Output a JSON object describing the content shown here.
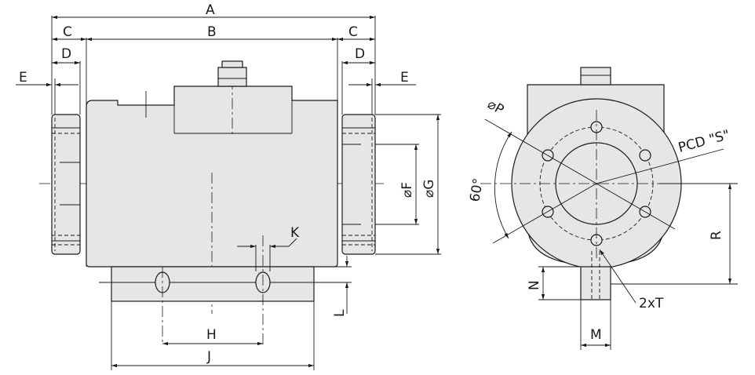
{
  "labels": {
    "A": "A",
    "B": "B",
    "C_left": "C",
    "C_right": "C",
    "D_left": "D",
    "D_right": "D",
    "E_left": "E",
    "E_right": "E",
    "F": "⌀F",
    "G": "⌀G",
    "H": "H",
    "J": "J",
    "K": "K",
    "L": "L",
    "P": "⌀P",
    "PCD": "PCD \"S\"",
    "angle": "60°",
    "R": "R",
    "N": "N",
    "M": "M",
    "T": "2xT"
  },
  "colors": {
    "body_fill": "#e6e6e6",
    "line": "#1a1a1a"
  }
}
